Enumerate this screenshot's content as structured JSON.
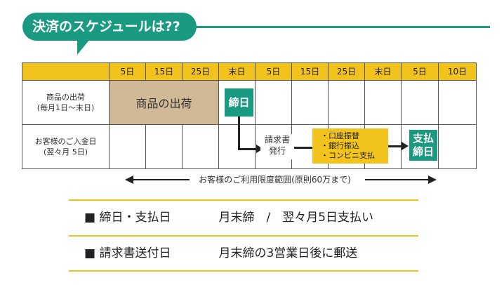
{
  "header": {
    "title": "決済のスケジュールは??"
  },
  "columns": [
    "5日",
    "15日",
    "25日",
    "末日",
    "5日",
    "15日",
    "25日",
    "末日",
    "5日",
    "10日"
  ],
  "rows": {
    "shipment": {
      "line1": "商品の出荷",
      "line2": "(毎月1日〜末日)"
    },
    "payment": {
      "line1": "お客様のご入金日",
      "line2": "(翌々月 5日)"
    }
  },
  "shipment_period": {
    "label": "商品の出荷"
  },
  "closing": {
    "label": "締日"
  },
  "invoice": {
    "line1": "請求書",
    "line2": "発行"
  },
  "payment_methods": [
    "・口座振替",
    "・銀行振込",
    "・コンビニ支払"
  ],
  "payment_due": {
    "line1": "支払",
    "line2": "締日"
  },
  "credit_limit": {
    "label": "お客様のご利用限度範囲(原則60万まで)"
  },
  "terms": [
    {
      "bullet": "■",
      "label": "締日・支払日",
      "value": "月末締　/　翌々月5日支払い"
    },
    {
      "bullet": "■",
      "label": "請求書送付日",
      "value": "月末締の3営業日後に郵送"
    }
  ],
  "colors": {
    "accent_green": "#1a9a80",
    "header_yellow": "#f3c31d",
    "tan": "#d1b896"
  }
}
